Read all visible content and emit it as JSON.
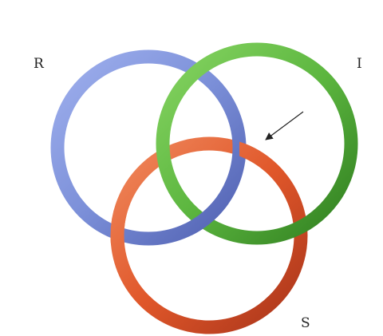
{
  "diagram": {
    "rings": [
      {
        "id": "R",
        "label": "R",
        "color": "#7b8fd8",
        "shade": "#4f5fb0"
      },
      {
        "id": "I",
        "label": "I",
        "color": "#5cb63f",
        "shade": "#2f7d1f"
      },
      {
        "id": "S",
        "label": "S",
        "color": "#e0572a",
        "shade": "#a8341a"
      }
    ],
    "arrow": {
      "color": "#222222"
    }
  }
}
